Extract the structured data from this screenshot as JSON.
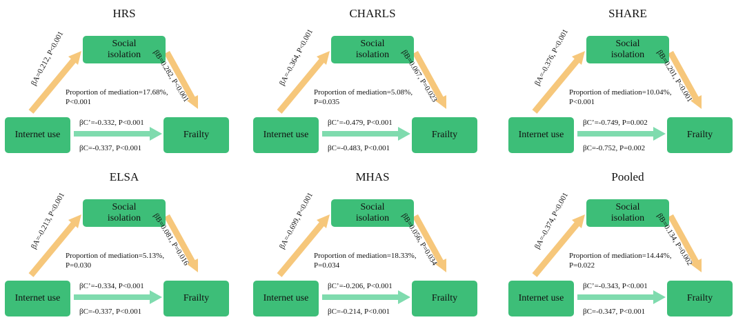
{
  "colors": {
    "box": "#3dbe78",
    "path_arrow": "#f6c77b",
    "direct_arrow": "#7fdbae"
  },
  "labels": {
    "social_line1": "Social",
    "social_line2": "isolation",
    "internet": "Internet use",
    "frailty": "Frailty"
  },
  "panels": [
    {
      "title": "HRS",
      "a": "βA=0.212, P<0.001",
      "b": "βB=0.282, P<0.001",
      "proportion": "Proportion of mediation=17.68%,\nP<0.001",
      "c_prime": "βC’=-0.332, P<0.001",
      "c": "βC=-0.337, P<0.001"
    },
    {
      "title": "CHARLS",
      "a": "βA=-0.364, P<0.001",
      "b": "βB=0.067, P=0.023",
      "proportion": "Proportion of mediation=5.08%,\nP=0.035",
      "c_prime": "βC’=-0.479, P<0.001",
      "c": "βC=-0.483, P<0.001"
    },
    {
      "title": "SHARE",
      "a": "βA=-0.376, P<0.001",
      "b": "βB=0.201, P<0.001",
      "proportion": "Proportion of mediation=10.04%,\nP<0.001",
      "c_prime": "βC’=-0.749, P=0.002",
      "c": "βC=-0.752, P=0.002"
    },
    {
      "title": "ELSA",
      "a": "βA=-0.213, P<0.001",
      "b": "βB=0.081, P=0.016",
      "proportion": "Proportion of mediation=5.13%,\nP=0.030",
      "c_prime": "βC’=-0.334, P<0.001",
      "c": "βC=-0.337, P<0.001"
    },
    {
      "title": "MHAS",
      "a": "βA=-0.699, P<0.001",
      "b": "βB=0.056, P=0.034",
      "proportion": "Proportion of mediation=18.33%,\nP=0.034",
      "c_prime": "βC’=-0.206, P<0.001",
      "c": "βC=-0.214, P<0.001"
    },
    {
      "title": "Pooled",
      "a": "βA=-0.374, P<0.001",
      "b": "βB=0.134, P=0.002",
      "proportion": "Proportion of mediation=14.44%,\nP=0.022",
      "c_prime": "βC’=-0.343, P<0.001",
      "c": "βC=-0.347, P<0.001"
    }
  ]
}
